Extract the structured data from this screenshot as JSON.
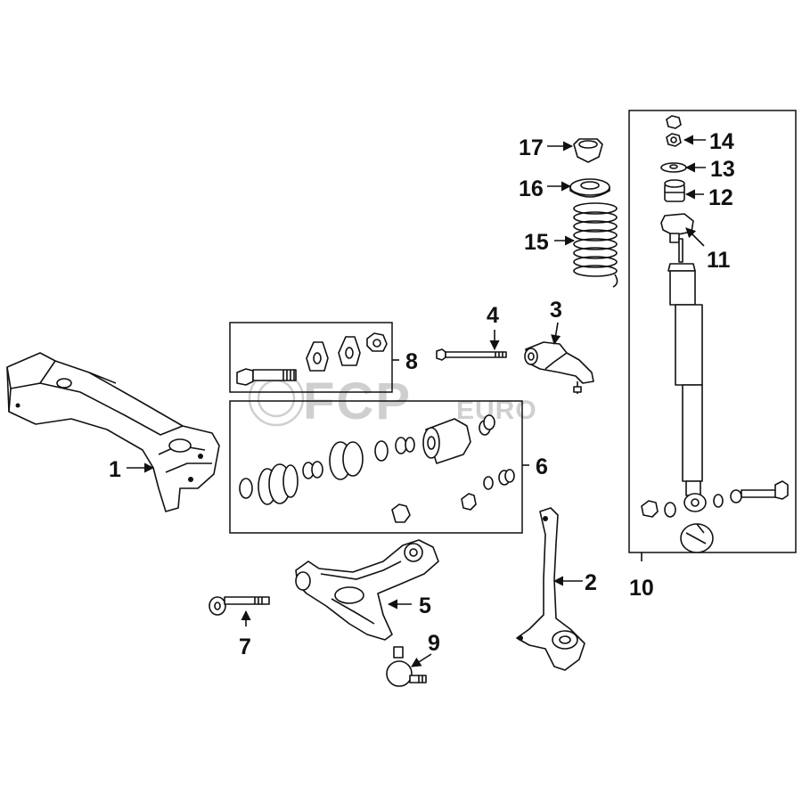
{
  "watermark": {
    "brand_main": "FCP",
    "brand_suffix": "EURO"
  },
  "callouts": {
    "c1": "1",
    "c2": "2",
    "c3": "3",
    "c4": "4",
    "c5": "5",
    "c6": "6",
    "c7": "7",
    "c8": "8",
    "c9": "9",
    "c10": "10",
    "c11": "11",
    "c12": "12",
    "c13": "13",
    "c14": "14",
    "c15": "15",
    "c16": "16",
    "c17": "17"
  }
}
